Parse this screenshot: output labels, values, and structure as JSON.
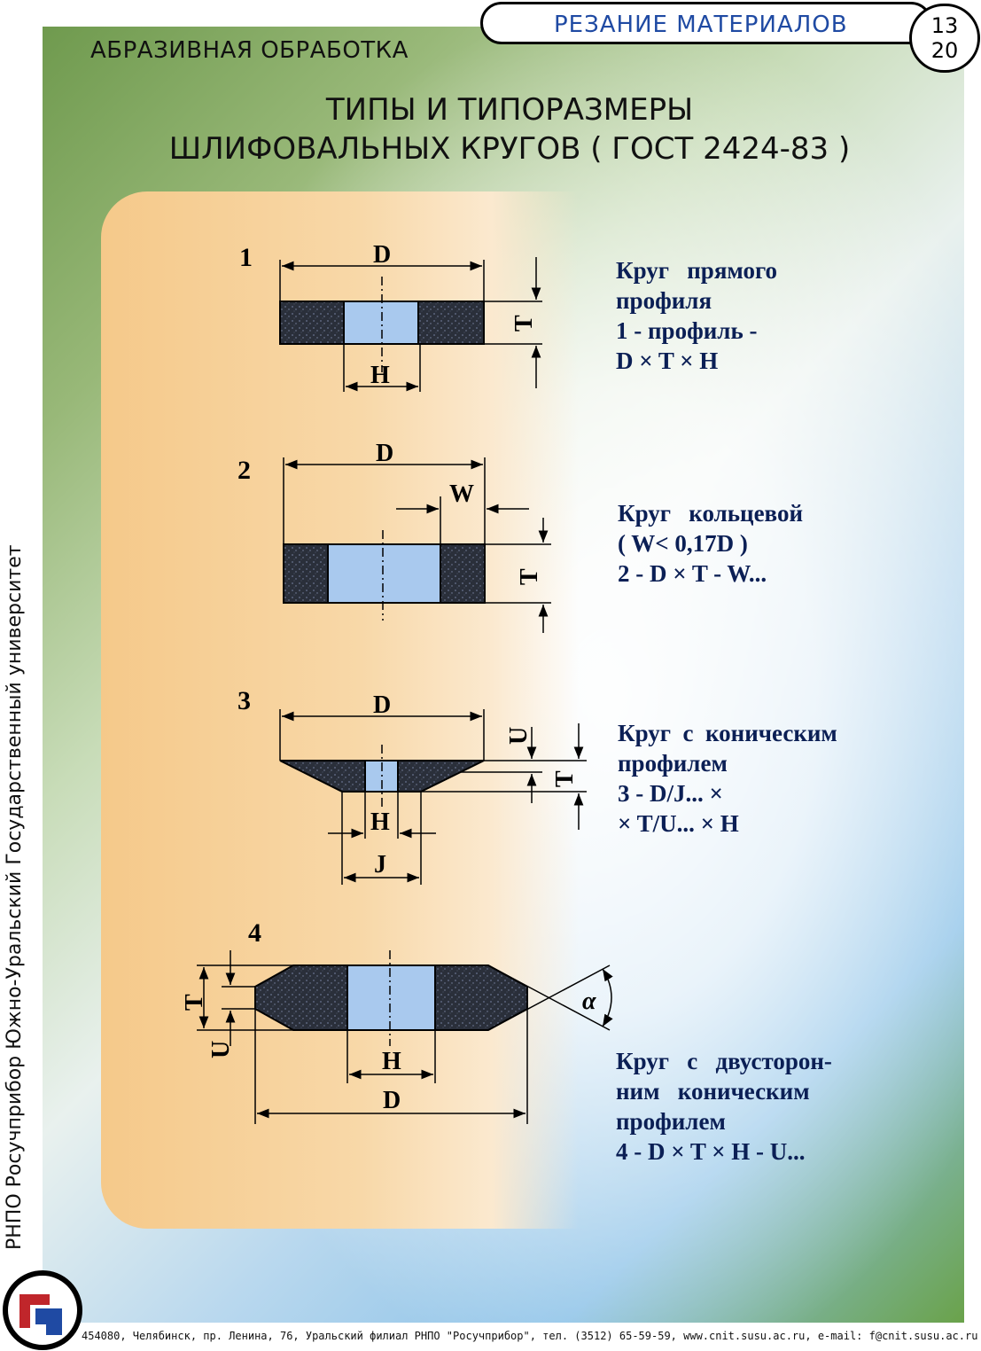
{
  "header": {
    "tab_title": "РЕЗАНИЕ   МАТЕРИАЛОВ",
    "page_current": "13",
    "page_total": "20",
    "section": "АБРАЗИВНАЯ   ОБРАБОТКА"
  },
  "title": {
    "line1": "ТИПЫ   И   ТИПОРАЗМЕРЫ",
    "line2": "ШЛИФОВАЛЬНЫХ   КРУГОВ  ( ГОСТ  2424-83 )"
  },
  "side_label": "РНПО Росучприбор    Южно-Уральский Государственный университет",
  "wheels": [
    {
      "number": "1",
      "lines": [
        "Круг   прямого",
        "профиля",
        "1 - профиль -",
        "D × T × H"
      ],
      "dims": {
        "D": "D",
        "H": "H",
        "T": "T"
      }
    },
    {
      "number": "2",
      "lines": [
        "Круг   кольцевой",
        "( W< 0,17D )",
        "2 - D × T - W..."
      ],
      "dims": {
        "D": "D",
        "W": "W",
        "T": "T"
      }
    },
    {
      "number": "3",
      "lines": [
        "Круг  с  коническим",
        "профилем",
        "3 - D/J... ×",
        "× T/U... × H"
      ],
      "dims": {
        "D": "D",
        "U": "U",
        "T": "T",
        "H": "H",
        "J": "J"
      }
    },
    {
      "number": "4",
      "lines": [
        "Круг   с   двусторон-",
        "ним   коническим",
        "профилем",
        "4 - D × T × H - U..."
      ],
      "dims": {
        "T": "T",
        "U": "U",
        "H": "H",
        "D": "D",
        "alpha": "α"
      }
    }
  ],
  "footer": "454080, Челябинск, пр. Ленина, 76, Уральский филиал РНПО \"Росучприбор\", тел. (3512) 65-59-59, www.cnit.susu.ac.ru,  e-mail: f@cnit.susu.ac.ru",
  "colors": {
    "grain": "#2a2f3a",
    "bore": "#a9c9ee",
    "panel": "#f5c98a",
    "text_blue": "#0b1f55"
  }
}
